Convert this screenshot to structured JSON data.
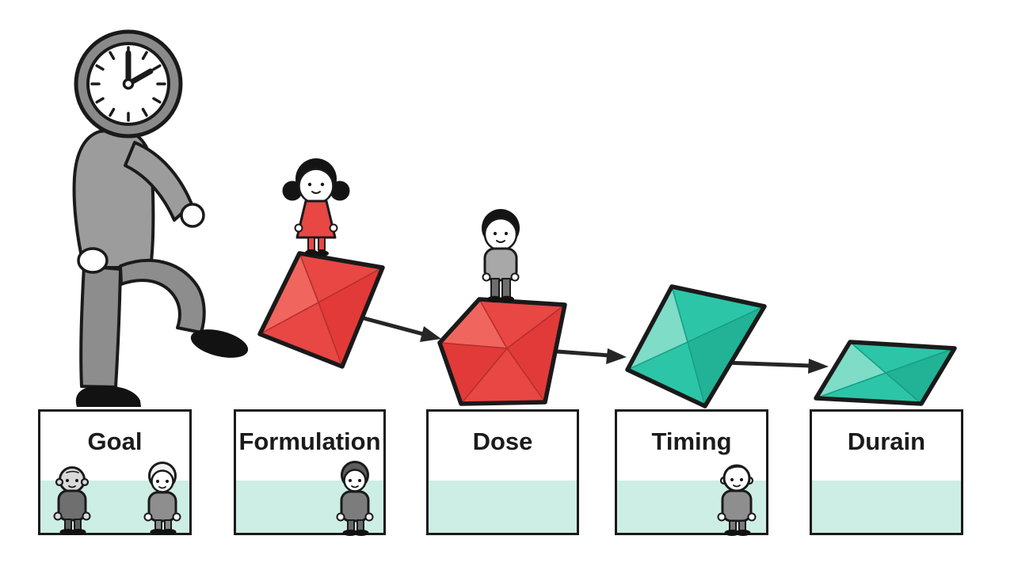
{
  "steps": [
    {
      "label": "Goal"
    },
    {
      "label": "Formulation"
    },
    {
      "label": "Dose"
    },
    {
      "label": "Timing"
    },
    {
      "label": "Durain"
    }
  ],
  "illustration": {
    "clock_head_walker": {
      "clock_time": "2:00"
    },
    "figures": [
      "clock-head-walker",
      "girl-on-red-diamond-gem",
      "boy-on-red-pentagon-gem",
      "elderly-man-in-goal-box",
      "white-haired-person-in-goal-box",
      "person-in-formulation-box",
      "elderly-person-in-timing-box"
    ],
    "gems": [
      {
        "name": "red-diamond-gem",
        "color": "#e84744"
      },
      {
        "name": "red-pentagon-gem",
        "color": "#e84744"
      },
      {
        "name": "teal-diamond-gem",
        "color": "#2cc5a8"
      },
      {
        "name": "teal-flat-gem",
        "color": "#2cc5a8"
      }
    ],
    "arrow_count": 3
  },
  "colors": {
    "background": "#ffffff",
    "box_border": "#1a1a1a",
    "box_fill_bottom": "#cdeee4",
    "red_main": "#e84744",
    "red_light": "#f0655e",
    "red_dark": "#e23a38",
    "teal_main": "#2cc5a8",
    "teal_light": "#7edcc7",
    "teal_dark": "#22b295",
    "gray_clothes": "#9c9c9c",
    "text": "#1b1b1b"
  }
}
